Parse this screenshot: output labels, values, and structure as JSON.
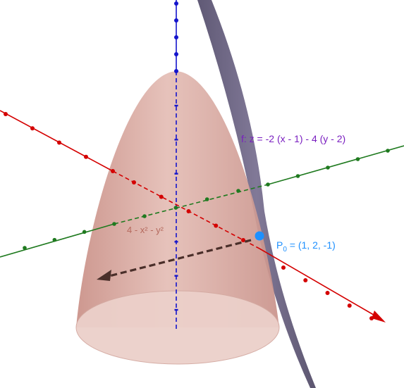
{
  "labels": {
    "plane_equation": "f: z = -2 (x - 1) - 4 (y - 2)",
    "surface_equation": "4 - x² - y²",
    "point_label_main": "P",
    "point_label_sub": "0",
    "point_coords": " = (1, 2, -1)"
  },
  "colors": {
    "x_axis": "#d40000",
    "y_axis": "#1f7a1f",
    "z_axis": "#1414cc",
    "paraboloid": "#d4a39b",
    "plane": "#5c5475",
    "plane_label": "#7a1fc0",
    "surface_label": "#b56a5e",
    "point": "#1e90ff",
    "point_label": "#1e90ff",
    "gradient_arrow": "#4a2f2a"
  }
}
